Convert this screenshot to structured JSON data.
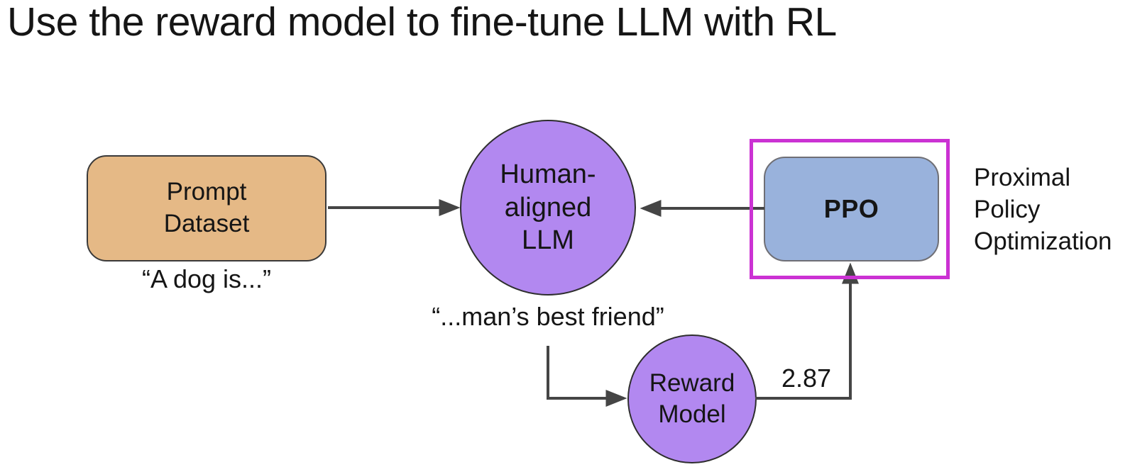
{
  "title": "Use the reward model to fine-tune LLM with RL",
  "colors": {
    "node_purple": "#b288f0",
    "node_tan": "#e5b986",
    "node_blue": "#99b2dc",
    "highlight_magenta": "#cb32d3",
    "arrow_gray": "#454545",
    "text_color": "#151515",
    "bg": "#ffffff"
  },
  "nodes": {
    "prompt_dataset": {
      "label": "Prompt\nDataset",
      "caption": "“A dog is...”"
    },
    "llm": {
      "label": "Human-\naligned\nLLM",
      "caption": "“...man’s best friend”"
    },
    "ppo": {
      "label": "PPO",
      "annotation": "Proximal\nPolicy\nOptimization"
    },
    "reward_model": {
      "label": "Reward\nModel"
    }
  },
  "edges": [
    {
      "from": "prompt_dataset",
      "to": "llm",
      "label": ""
    },
    {
      "from": "ppo",
      "to": "llm",
      "label": ""
    },
    {
      "from": "llm",
      "to": "reward_model",
      "label": ""
    },
    {
      "from": "reward_model",
      "to": "ppo",
      "label": "2.87"
    }
  ]
}
